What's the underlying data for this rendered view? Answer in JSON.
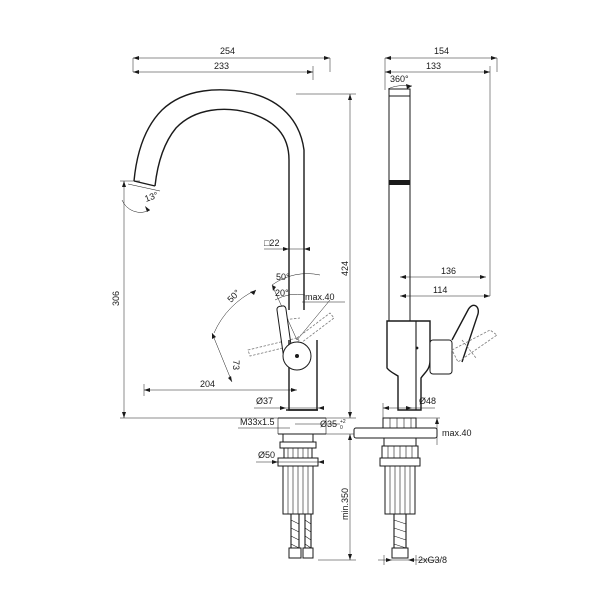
{
  "drawing": {
    "front_view": {
      "overall_width": "254",
      "spout_reach": "233",
      "overall_height": "424",
      "spout_height": "306",
      "spout_angle": "13°",
      "spout_section": "□22",
      "lever_angle_1": "50°",
      "lever_angle_2": "20°",
      "lever_angle_3": "50°",
      "lever_clearance": "max.40",
      "lever_length": "73",
      "lever_reach": "204",
      "body_diameter": "Ø37",
      "thread": "M33x1.5",
      "hole_diameter": "Ø35",
      "hole_tolerance": "+2\n 0",
      "washer_diameter": "Ø50",
      "min_length": "min.350"
    },
    "side_view": {
      "overall_depth": "154",
      "spout_offset": "133",
      "swivel": "360°",
      "lever_depth": "136",
      "lever_offset": "114",
      "base_diameter": "Ø48",
      "worktop_thickness": "max.40",
      "connection": "2xG3/8"
    }
  }
}
